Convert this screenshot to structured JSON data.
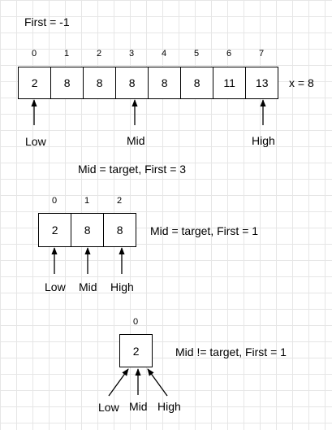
{
  "top_note": "First = -1",
  "array1": {
    "indices": [
      "0",
      "1",
      "2",
      "3",
      "4",
      "5",
      "6",
      "7"
    ],
    "values": [
      "2",
      "8",
      "8",
      "8",
      "8",
      "8",
      "11",
      "13"
    ],
    "target_label": "x = 8",
    "pointers": {
      "low": "Low",
      "mid": "Mid",
      "high": "High"
    },
    "step_note": "Mid = target, First = 3"
  },
  "array2": {
    "indices": [
      "0",
      "1",
      "2"
    ],
    "values": [
      "2",
      "8",
      "8"
    ],
    "step_note": "Mid = target, First = 1",
    "pointers": {
      "low": "Low",
      "mid": "Mid",
      "high": "High"
    }
  },
  "array3": {
    "indices": [
      "0"
    ],
    "values": [
      "2"
    ],
    "step_note": "Mid != target, First = 1",
    "pointers": {
      "low": "Low",
      "mid": "Mid",
      "high": "High"
    }
  }
}
